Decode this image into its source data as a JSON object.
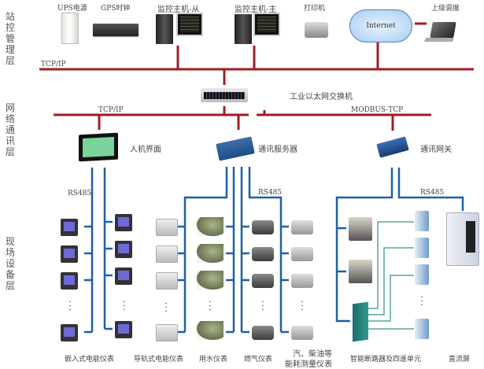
{
  "layers": [
    {
      "id": "station",
      "label": "站控管理层"
    },
    {
      "id": "network",
      "label": "网络通讯层"
    },
    {
      "id": "field",
      "label": "现场设备层"
    }
  ],
  "station_layer": {
    "devices": [
      {
        "name": "ups-power",
        "label": "UPS电源"
      },
      {
        "name": "gps-clock",
        "label": "GPS时钟"
      },
      {
        "name": "monitor-host-slave",
        "label": "监控主机-从"
      },
      {
        "name": "monitor-host-master",
        "label": "监控主机-主"
      },
      {
        "name": "printer",
        "label": "打印机"
      },
      {
        "name": "internet",
        "label": "Internet"
      },
      {
        "name": "upper-dispatch",
        "label": "上级调度"
      }
    ],
    "bus_label": "TCP/IP"
  },
  "network_layer": {
    "switch_label": "工业以太网交换机",
    "left_bus_label": "TCP/IP",
    "right_bus_label": "MODBUS-TCP",
    "hmi_label": "人机界面",
    "comm_server_label": "通讯服务器",
    "comm_gateway_label": "通讯网关"
  },
  "field_layer": {
    "rs485_labels": [
      "RS485",
      "RS485",
      "RS485"
    ],
    "ellipsis": "⋮",
    "groups": [
      {
        "name": "embedded-energy-meter",
        "label": "嵌入式电能仪表"
      },
      {
        "name": "rail-energy-meter",
        "label": "导轨式电能仪表"
      },
      {
        "name": "water-meter",
        "label": "用水仪表"
      },
      {
        "name": "gas-meter",
        "label": "燃气仪表"
      },
      {
        "name": "fuel-meter",
        "label_line1": "汽、柴油等",
        "label_line2": "能耗测量仪表"
      },
      {
        "name": "smart-breaker",
        "label": "智能断路器及四遥单元"
      },
      {
        "name": "dc-panel",
        "label": "直流屏"
      }
    ]
  },
  "colors": {
    "ethernet_bus": "#a01c24",
    "rs485_bus": "#1f5fa8",
    "breaker_link": "#5aa69a"
  }
}
